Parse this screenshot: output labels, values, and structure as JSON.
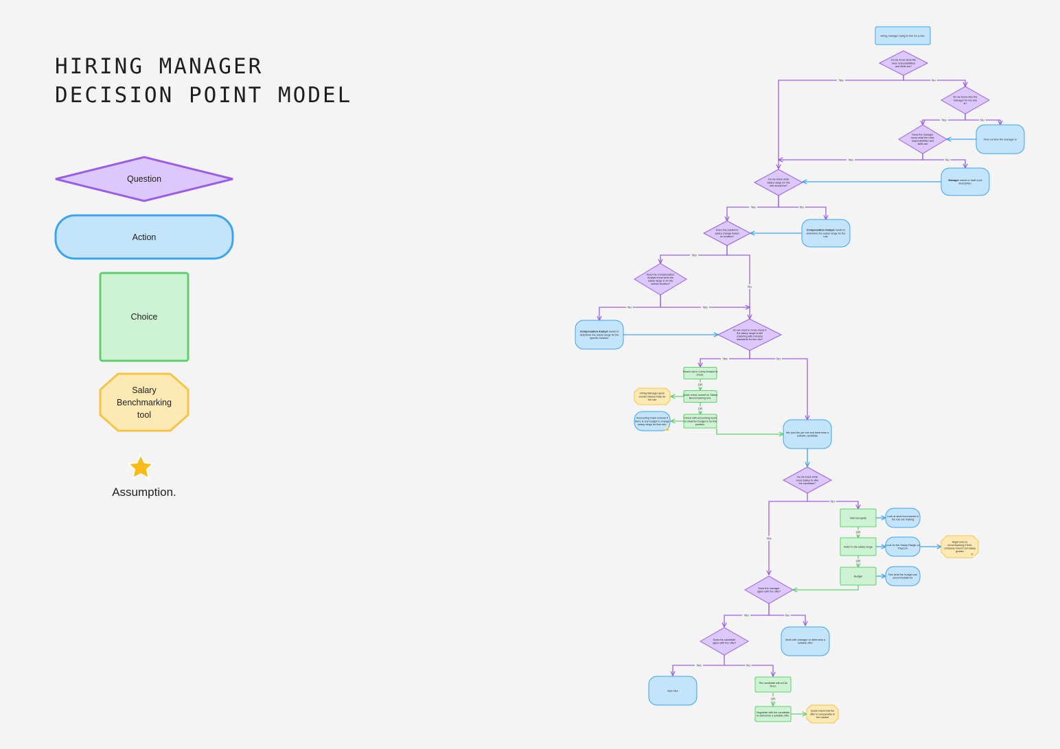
{
  "title": {
    "line1": "HIRING MANAGER",
    "line2": "DECISION POINT MODEL"
  },
  "legend": {
    "question": "Question",
    "action": "Action",
    "choice": "Choice",
    "tool": [
      "Salary",
      "Benchmarking",
      "tool"
    ],
    "assumption": "Assumption."
  },
  "colors": {
    "question_fill": "#dcc8fb",
    "question_stroke": "#9b5de5",
    "action_fill": "#c4e4fb",
    "action_stroke": "#3aa4f0",
    "choice_fill": "#cdf3d2",
    "choice_stroke": "#5fcf6e",
    "tool_fill": "#fde9b4",
    "tool_stroke": "#f6c444",
    "star": "#f7bc18"
  },
  "labels": {
    "yes": "Yes",
    "no": "No",
    "or": "OR"
  },
  "nodes": [
    {
      "id": "start",
      "kind": "action",
      "text": [
        "Hiring manager trying to hire for a role."
      ]
    },
    {
      "id": "q1",
      "kind": "question",
      "text": [
        "Do we know what the",
        "roles responsibilities",
        "and skills are?"
      ]
    },
    {
      "id": "q2",
      "kind": "question",
      "text": [
        "Do we know who the",
        "manager for the role",
        "is?"
      ]
    },
    {
      "id": "a_find",
      "kind": "action",
      "text": [
        "Find out who the manager is"
      ]
    },
    {
      "id": "q3",
      "kind": "question",
      "text": [
        "Does the manager",
        "know what the roles",
        "responsibilities and",
        "skills are"
      ]
    },
    {
      "id": "a_draft",
      "kind": "action",
      "bold": "Manager",
      "text": [
        "Manager needs to draft a job",
        "description."
      ]
    },
    {
      "id": "q4",
      "kind": "question",
      "text": [
        "Do we know what",
        "salary range for this",
        "role should be?"
      ]
    },
    {
      "id": "a_comp1",
      "kind": "action",
      "bold": "Compensation Analyst",
      "text": [
        "Compensation Analyst needs to",
        "determine the salary range for the",
        "role."
      ]
    },
    {
      "id": "q5",
      "kind": "question",
      "text": [
        "Does this position's",
        "salary change based",
        "on location?"
      ]
    },
    {
      "id": "q6",
      "kind": "question",
      "text": [
        "Does the Compensation",
        "Analyst know what the",
        "salary range is for the",
        "market location?"
      ]
    },
    {
      "id": "a_comp2",
      "kind": "action",
      "bold": "Compensation Analyst",
      "text": [
        "Compensation Analyst needs to",
        "determine the salary range for the",
        "specific location."
      ]
    },
    {
      "id": "q7",
      "kind": "question",
      "text": [
        "Do we need to cross check if",
        "the salary range is still",
        "matching with industry",
        "standards for the role?"
      ]
    },
    {
      "id": "c_reach",
      "kind": "choice",
      "text": [
        "Reach out to Comp Analyst to",
        "check."
      ]
    },
    {
      "id": "c_quick",
      "kind": "choice",
      "text": [
        "Quick check ourself on Salary",
        "Benchmarking tool."
      ]
    },
    {
      "id": "c_acct",
      "kind": "choice",
      "text": [
        "Check with accounting team",
        "on what the budget is for this",
        "position."
      ]
    },
    {
      "id": "t_hm",
      "kind": "tool",
      "text": [
        "Hiring Manager quick",
        "checks Market Rate for",
        "the role"
      ]
    },
    {
      "id": "a_acct",
      "kind": "action",
      "text": [
        "Accounting Team reviews if",
        "there is any budget to change",
        "salary range for that role."
      ]
    },
    {
      "id": "a_post",
      "kind": "action",
      "text": [
        "We post the job role and determine a",
        "suitable candidate"
      ]
    },
    {
      "id": "q8",
      "kind": "question",
      "text": [
        "Do we know what",
        "exact salary to offer",
        "the candidate?"
      ]
    },
    {
      "id": "c_ie",
      "kind": "choice",
      "text": [
        "Internal equity"
      ]
    },
    {
      "id": "a_look1",
      "kind": "action",
      "text": [
        "Look at what incumbents in",
        "the role are making"
      ]
    },
    {
      "id": "c_refer",
      "kind": "choice",
      "text": [
        "Refer to the salary range"
      ]
    },
    {
      "id": "a_look2",
      "kind": "action",
      "text": [
        "Look for the Salary Range on",
        "Paycom"
      ]
    },
    {
      "id": "t_might",
      "kind": "tool",
      "text": [
        "Might refer to",
        "benchmarking if their",
        "company doesn't set salary",
        "grades"
      ]
    },
    {
      "id": "c_budget",
      "kind": "choice",
      "text": [
        "Budget"
      ]
    },
    {
      "id": "a_see",
      "kind": "action",
      "text": [
        "See what the budget can",
        "accommodate for"
      ]
    },
    {
      "id": "q9",
      "kind": "question",
      "text": [
        "Does the manager",
        "agree with the offer?"
      ]
    },
    {
      "id": "a_work",
      "kind": "action",
      "text": [
        "Work with manager to determine a",
        "suitable offer"
      ]
    },
    {
      "id": "q10",
      "kind": "question",
      "text": [
        "Does the candidate",
        "agree with the offer?"
      ]
    },
    {
      "id": "a_hire",
      "kind": "action",
      "text": [
        "New Hire"
      ]
    },
    {
      "id": "c_cand",
      "kind": "choice",
      "text": [
        "The candidate will not be",
        "hired."
      ]
    },
    {
      "id": "c_nego",
      "kind": "choice",
      "text": [
        "Negotiate with the candidate",
        "to determine a suitable offer."
      ]
    },
    {
      "id": "t_quick",
      "kind": "tool",
      "text": [
        "Quick check that the",
        "offer is comparable to",
        "the market"
      ]
    }
  ]
}
